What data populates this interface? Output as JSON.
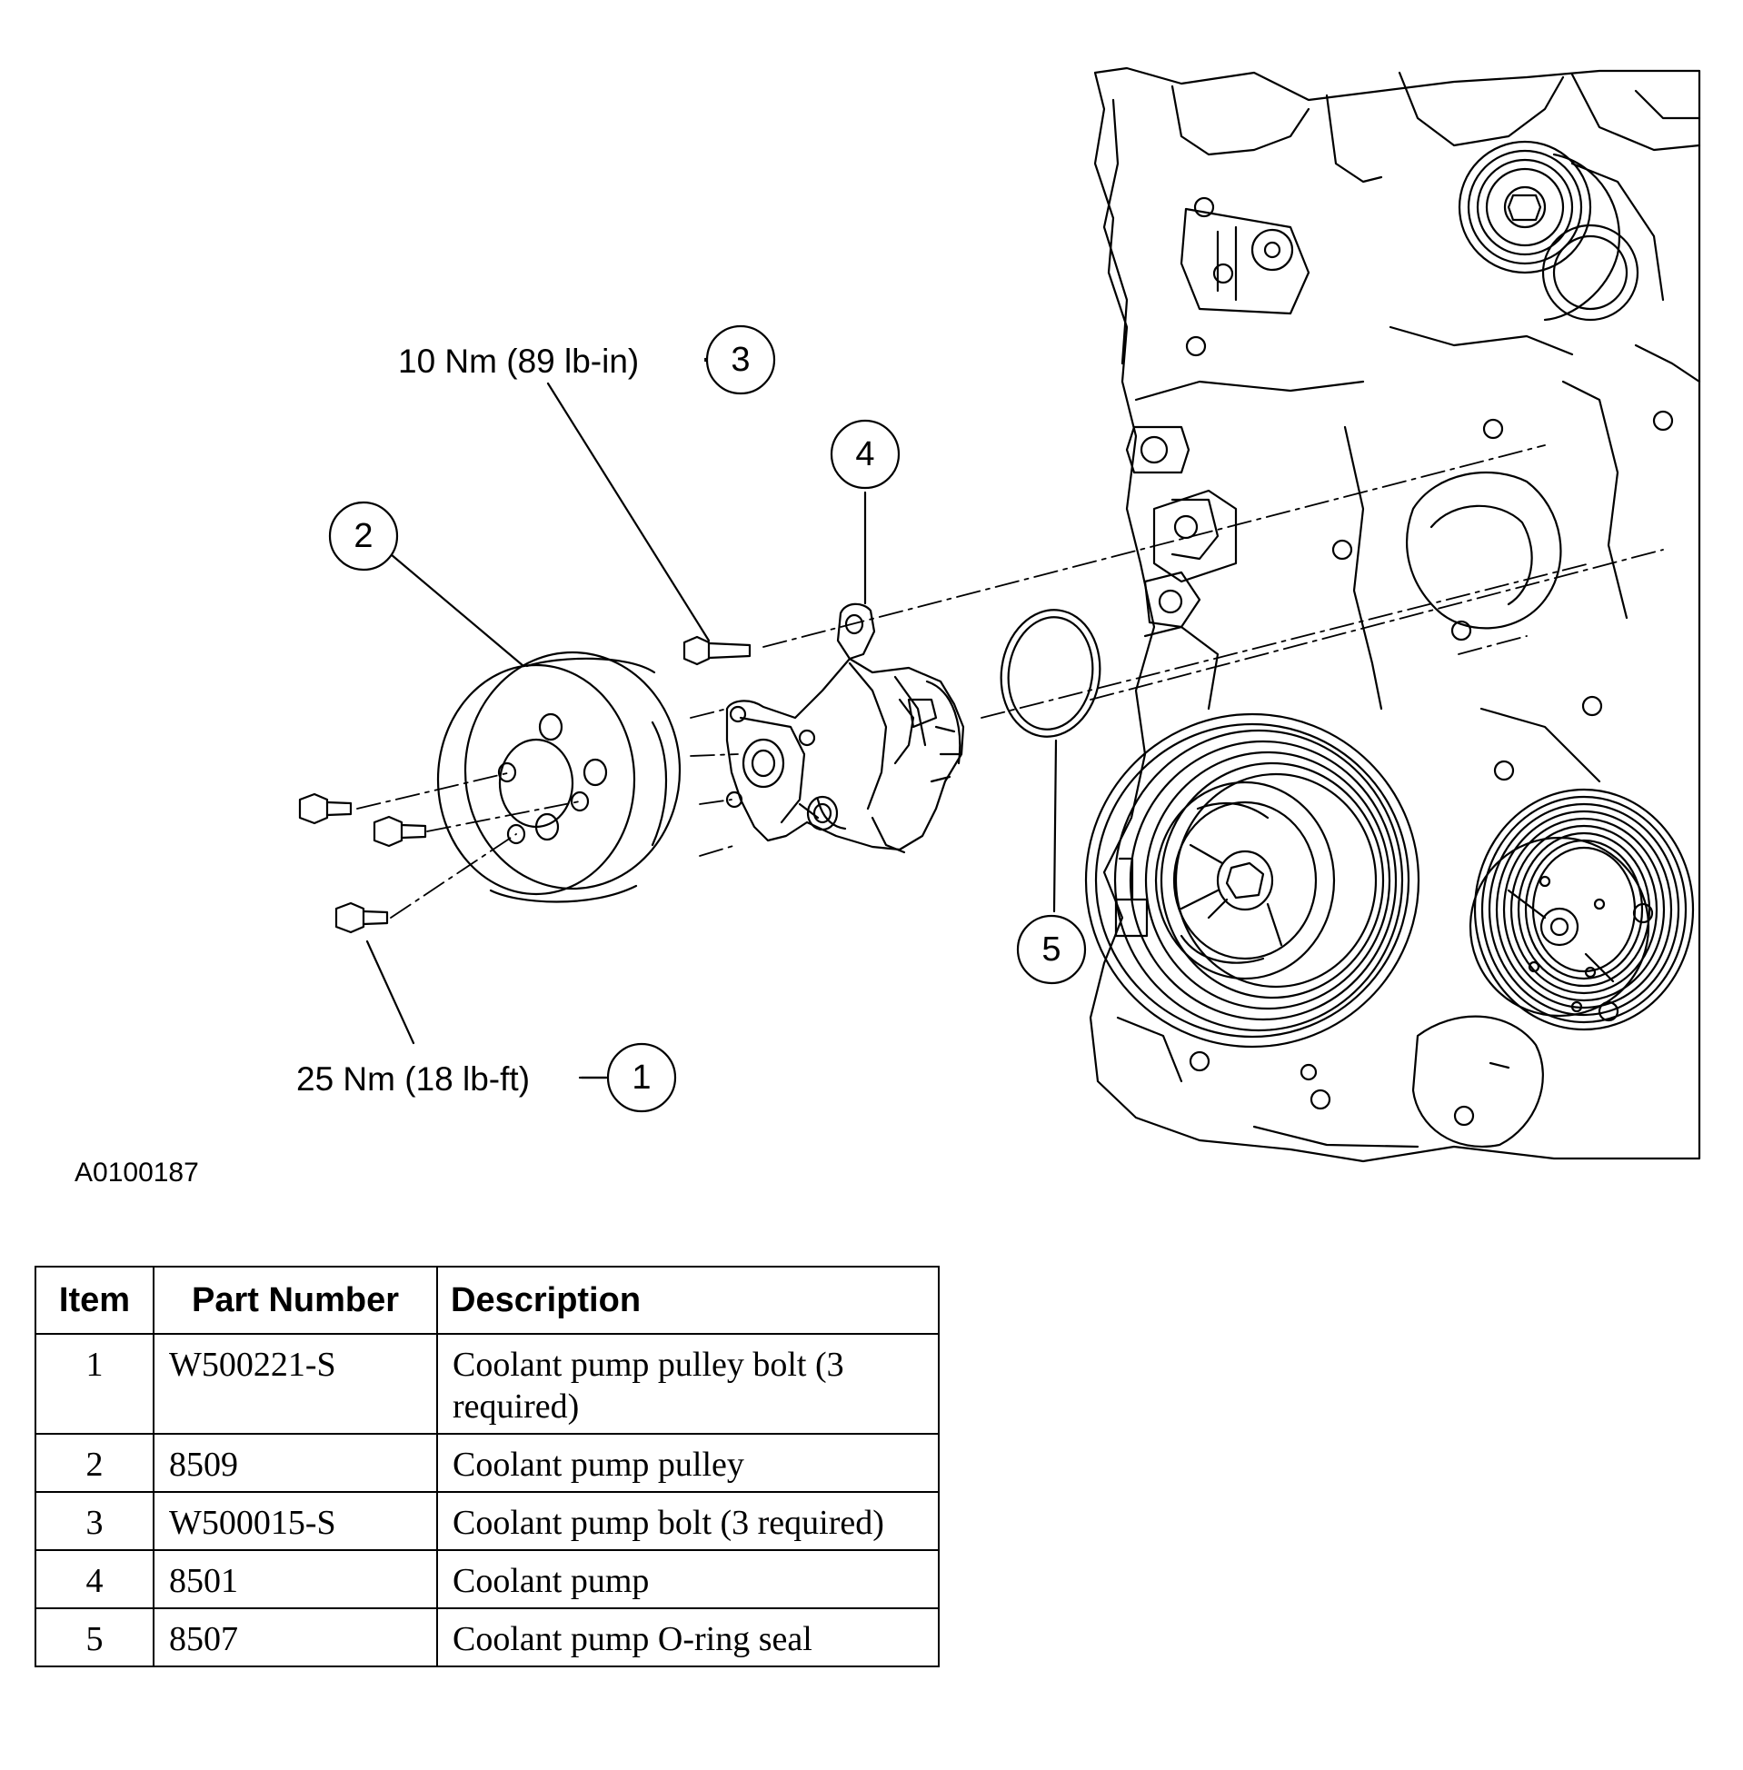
{
  "callouts": [
    {
      "number": "1",
      "torque": "25 Nm (18 lb-ft)"
    },
    {
      "number": "2",
      "torque": ""
    },
    {
      "number": "3",
      "torque": "10 Nm (89 lb-in)"
    },
    {
      "number": "4",
      "torque": ""
    },
    {
      "number": "5",
      "torque": ""
    }
  ],
  "figure_id": "A0100187",
  "table": {
    "headers": [
      "Item",
      "Part Number",
      "Description"
    ],
    "rows": [
      {
        "item": "1",
        "part_number": "W500221-S",
        "description": "Coolant pump pulley bolt (3 required)"
      },
      {
        "item": "2",
        "part_number": "8509",
        "description": "Coolant pump pulley"
      },
      {
        "item": "3",
        "part_number": "W500015-S",
        "description": "Coolant pump bolt (3 required)"
      },
      {
        "item": "4",
        "part_number": "8501",
        "description": "Coolant pump"
      },
      {
        "item": "5",
        "part_number": "8507",
        "description": "Coolant pump O-ring seal"
      }
    ]
  }
}
